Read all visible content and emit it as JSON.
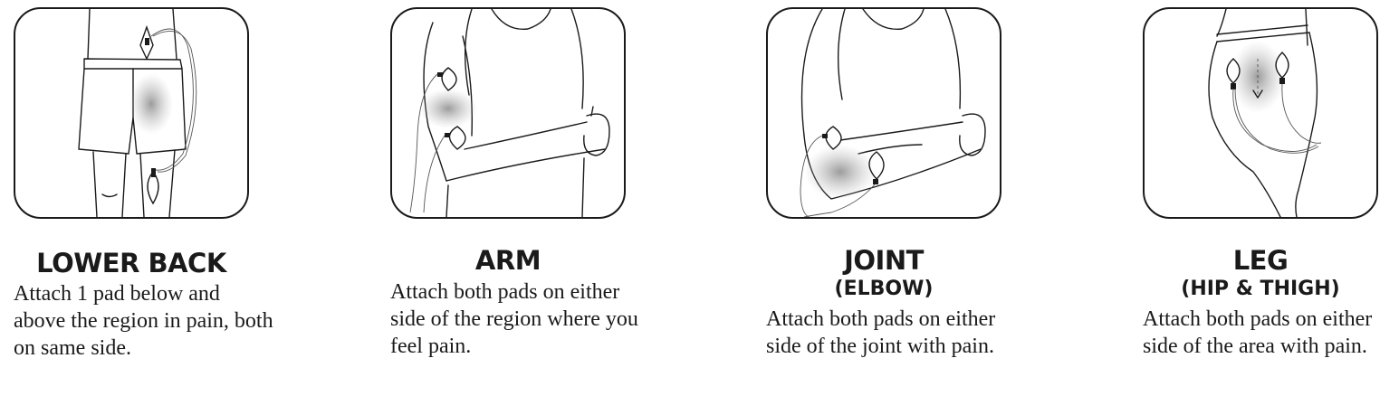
{
  "placements": [
    {
      "title": "LOWER BACK",
      "subtitle": "",
      "description": "Attach 1 pad below and above the region in pain, both on same side.",
      "illustration_icon": "lower-back-illustration"
    },
    {
      "title": "ARM",
      "subtitle": "",
      "description": "Attach both pads on either side of the region where you feel pain.",
      "illustration_icon": "arm-illustration"
    },
    {
      "title": "JOINT",
      "subtitle": "(ELBOW)",
      "description": "Attach both pads on either side of the joint with pain.",
      "illustration_icon": "elbow-illustration"
    },
    {
      "title": "LEG",
      "subtitle": "(HIP & THIGH)",
      "description": "Attach both pads on either side of the area with pain.",
      "illustration_icon": "hip-thigh-illustration"
    }
  ],
  "colors": {
    "line": "#1a1a1a",
    "pain_shading": "#9a9a9a"
  }
}
